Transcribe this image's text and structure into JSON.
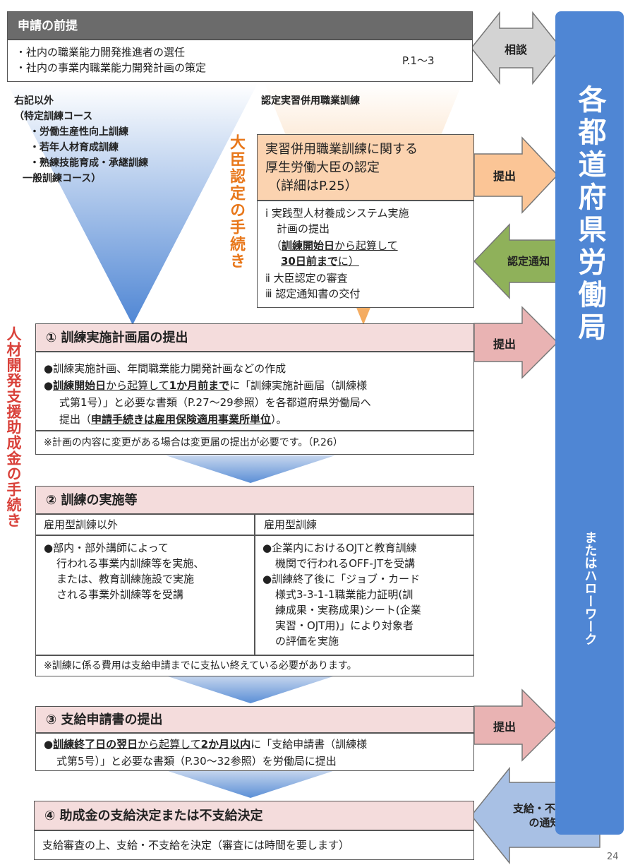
{
  "premise": {
    "title": "申請の前提",
    "line1": "・社内の職業能力開発推進者の選任",
    "line2": "・社内の事業内職業能力開発計画の策定",
    "page_ref": "P.1～3"
  },
  "consult_label": "相談",
  "left_note": {
    "line1": "右記以外",
    "line2": "（特定訓練コース",
    "line3": "・労働生産性向上訓練",
    "line4": "・若年人材育成訓練",
    "line5": "・熟練技能育成・承継訓練",
    "line6": "一般訓練コース）"
  },
  "right_note": "認定実習併用職業訓練",
  "minister_vertical": "大臣認定の手続き",
  "left_vertical": "人材開発支援助成金の手続き",
  "minister_box": {
    "title1": "実習併用職業訓練に関する",
    "title2": "厚生労働大臣の認定",
    "title3": "（詳細はP.25）",
    "i1": "ⅰ 実践型人材養成システム実施",
    "i2": "計画の提出",
    "i3a": "（",
    "i3b": "訓練開始日",
    "i3c": "から起算して",
    "i4a": "30日前まで",
    "i4b": "に）",
    "ii": "ⅱ 大臣認定の審査",
    "iii": "ⅲ 認定通知書の交付"
  },
  "submit_label": "提出",
  "cert_notice_label": "認定通知",
  "step1": {
    "title": "① 訓練実施計画届の提出",
    "b1": "●訓練実施計画、年間職業能力開発計画などの作成",
    "b2a": "●",
    "b2b": "訓練開始日",
    "b2c": "から起算して",
    "b2d": "1か月前まで",
    "b2e": "に「訓練実施計画届（訓練様",
    "b3": "式第1号）」と必要な書類（P.27～29参照）を各都道府県労働局へ",
    "b4a": "提出（",
    "b4b": "申請手続きは雇用保険適用事業所単位",
    "b4c": "）。",
    "note": "※計画の内容に変更がある場合は変更届の提出が必要です。（P.26）"
  },
  "step2": {
    "title": "② 訓練の実施等",
    "col1_head": "雇用型訓練以外",
    "col2_head": "雇用型訓練",
    "col1_l1": "●部内・部外講師によって",
    "col1_l2": "行われる事業内訓練等を実施、",
    "col1_l3": "または、教育訓練施設で実施",
    "col1_l4": "される事業外訓練等を受講",
    "col2_l1": "●企業内におけるOJTと教育訓練",
    "col2_l2": "機関で行われるOFF-JTを受講",
    "col2_l3": "●訓練終了後に「ジョブ・カード",
    "col2_l4": "様式3-3-1-1職業能力証明(訓",
    "col2_l5": "練成果・実務成果)シート(企業",
    "col2_l6": "実習・OJT用)」により対象者",
    "col2_l7": "の評価を実施",
    "note": "※訓練に係る費用は支給申請までに支払い終えている必要があります。"
  },
  "step3": {
    "title": "③ 支給申請書の提出",
    "l1a": "●",
    "l1b": "訓練終了日の翌日",
    "l1c": "から起算して",
    "l1d": "2か月以内",
    "l1e": "に「支給申請書（訓練様",
    "l2": "式第5号）」と必要な書類（P.30～32参照）を労働局に提出"
  },
  "step4": {
    "title": "④ 助成金の支給決定または不支給決定",
    "body": "支給審査の上、支給・不支給を決定（審査には時間を要します）"
  },
  "decision_notice": {
    "line1": "支給・不支給",
    "line2": "の通知"
  },
  "bureau": {
    "main": "各都道府県労働局",
    "sub": "またはハローワーク"
  },
  "page_number": "24",
  "colors": {
    "gray_header": "#6b6b6b",
    "pink_header": "#f4dcdc",
    "orange_box": "#fbd3b0",
    "blue_bar": "#4f86d4",
    "pink_arrow": "#e9b3b3",
    "orange_arrow": "#fbc596",
    "green_arrow": "#8fb15a",
    "blue_arrow": "#a8c0e4",
    "red_text": "#d9413a",
    "orange_text": "#e8771a"
  }
}
